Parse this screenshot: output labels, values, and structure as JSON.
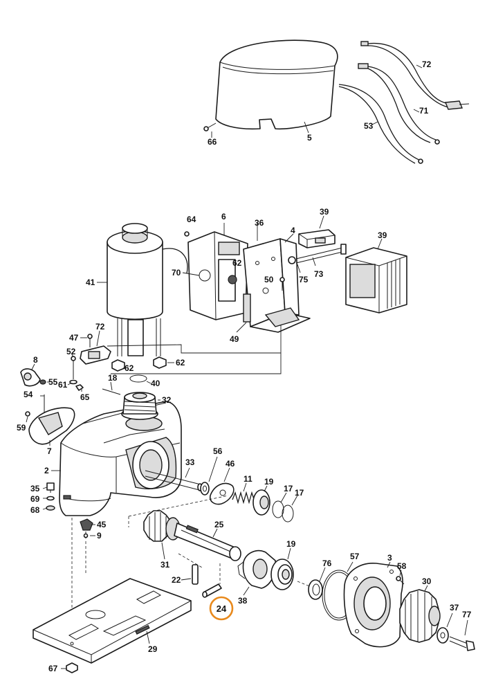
{
  "diagram": {
    "labels": {
      "p2": "2",
      "p3": "3",
      "p4": "4",
      "p5": "5",
      "p6": "6",
      "p7": "7",
      "p8": "8",
      "p9": "9",
      "p11": "11",
      "p17a": "17",
      "p17b": "17",
      "p18": "18",
      "p19a": "19",
      "p19b": "19",
      "p22": "22",
      "p24": "24",
      "p25": "25",
      "p29": "29",
      "p30": "30",
      "p31": "31",
      "p32": "32",
      "p33": "33",
      "p35": "35",
      "p36": "36",
      "p37": "37",
      "p38": "38",
      "p39a": "39",
      "p39b": "39",
      "p40": "40",
      "p41": "41",
      "p45": "45",
      "p46": "46",
      "p47": "47",
      "p49": "49",
      "p50": "50",
      "p52": "52",
      "p53": "53",
      "p54": "54",
      "p55": "55",
      "p56": "56",
      "p57": "57",
      "p58": "58",
      "p59": "59",
      "p61": "61",
      "p62a": "62",
      "p62b": "62",
      "p62c": "62",
      "p64": "64",
      "p65": "65",
      "p66": "66",
      "p67": "67",
      "p68": "68",
      "p69": "69",
      "p70": "70",
      "p71": "71",
      "p72a": "72",
      "p72b": "72",
      "p73": "73",
      "p75": "75",
      "p76": "76",
      "p77": "77"
    },
    "highlight": {
      "part": "24",
      "color": "#e8891c"
    }
  }
}
